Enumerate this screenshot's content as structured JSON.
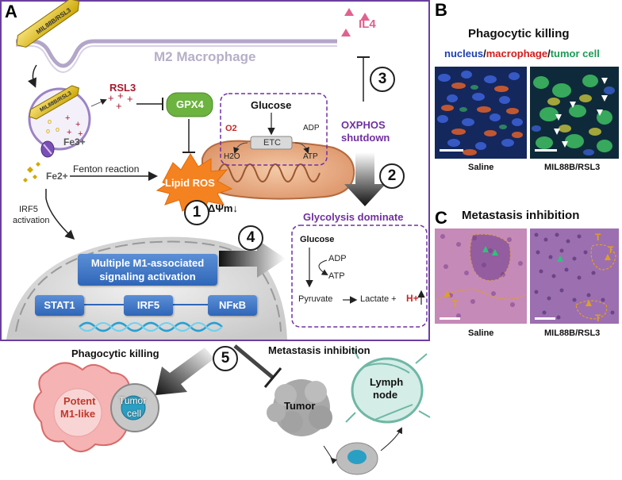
{
  "panel_a": {
    "letter": "A",
    "cell_title": "M2 Macrophage",
    "nanoparticle_label": "MIL88B/RSL3",
    "vesicle_label": "MIL88B/RSL3",
    "rsl3": "RSL3",
    "gpx4": "GPX4",
    "fe3": "Fe3+",
    "fe2": "Fe2+",
    "fenton": "Fenton reaction",
    "lipid_ros": "Lipid ROS",
    "irf5_activation_1": "IRF5",
    "irf5_activation_2": "activation",
    "mito_potential": "ΔΨm↓",
    "glucose_top": "Glucose",
    "o2": "O2",
    "h2o": "H2O",
    "etc": "ETC",
    "adp_top": "ADP",
    "atp_top": "ATP",
    "il4": "IL4",
    "oxphos_1": "OXPHOS",
    "oxphos_2": "shutdown",
    "glycolysis": "Glycolysis dominate",
    "glyco_glucose": "Glucose",
    "glyco_adp": "ADP",
    "glyco_atp": "ATP",
    "glyco_pyruvate": "Pyruvate",
    "glyco_lactate": "Lactate +",
    "glyco_h": "H+",
    "m1_box_1": "Multiple M1-associated",
    "m1_box_2": "signaling activation",
    "stat1": "STAT1",
    "irf5": "IRF5",
    "nfkb": "NFκB",
    "step_numbers": [
      "1",
      "2",
      "3",
      "4",
      "5"
    ]
  },
  "bottom": {
    "phagocytic_title": "Phagocytic killing",
    "metastasis_title": "Metastasis inhibition",
    "potent_1": "Potent",
    "potent_2": "M1-like",
    "tumor_cell_1": "Tumor",
    "tumor_cell_2": "cell",
    "tumor": "Tumor",
    "lymph_1": "Lymph",
    "lymph_2": "node"
  },
  "panel_b": {
    "letter": "B",
    "title": "Phagocytic killing",
    "stain_nucleus": "nucleus",
    "stain_sep": "/",
    "stain_macrophage": "macrophage",
    "stain_tumor": "tumor cell",
    "label_left": "Saline",
    "label_right": "MIL88B/RSL3"
  },
  "panel_c": {
    "letter": "C",
    "title": "Metastasis inhibition",
    "label_left": "Saline",
    "label_right": "MIL88B/RSL3",
    "t_marks": [
      "T",
      "T",
      "T",
      "T"
    ]
  },
  "colors": {
    "frame": "#6b3fa0",
    "gpx4": "#6cb33f",
    "ros": "#f58220",
    "rsl3": "#a6192e",
    "signal_blue": "#2f66b8",
    "glycolysis": "#7030a0",
    "il4": "#e0628f"
  }
}
